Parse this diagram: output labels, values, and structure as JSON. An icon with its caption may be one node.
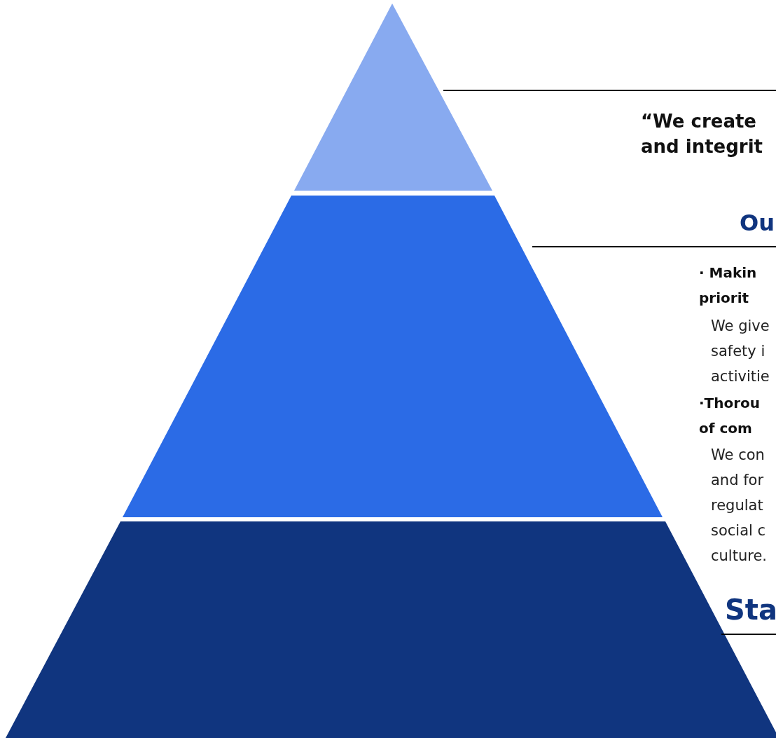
{
  "diagram": {
    "nodes": [
      {
        "text": [],
        "shape": "triangle"
      },
      {
        "text": [],
        "shape": "trapezoid"
      },
      {
        "text": [],
        "shape": "trapezoid"
      }
    ],
    "labels": [
      "“We create and integrit",
      "Ou",
      "· Makin priorit",
      "We give safety i activitie",
      "·Thorou of com",
      "We con and for regulat social c culture.",
      "Sta"
    ]
  }
}
